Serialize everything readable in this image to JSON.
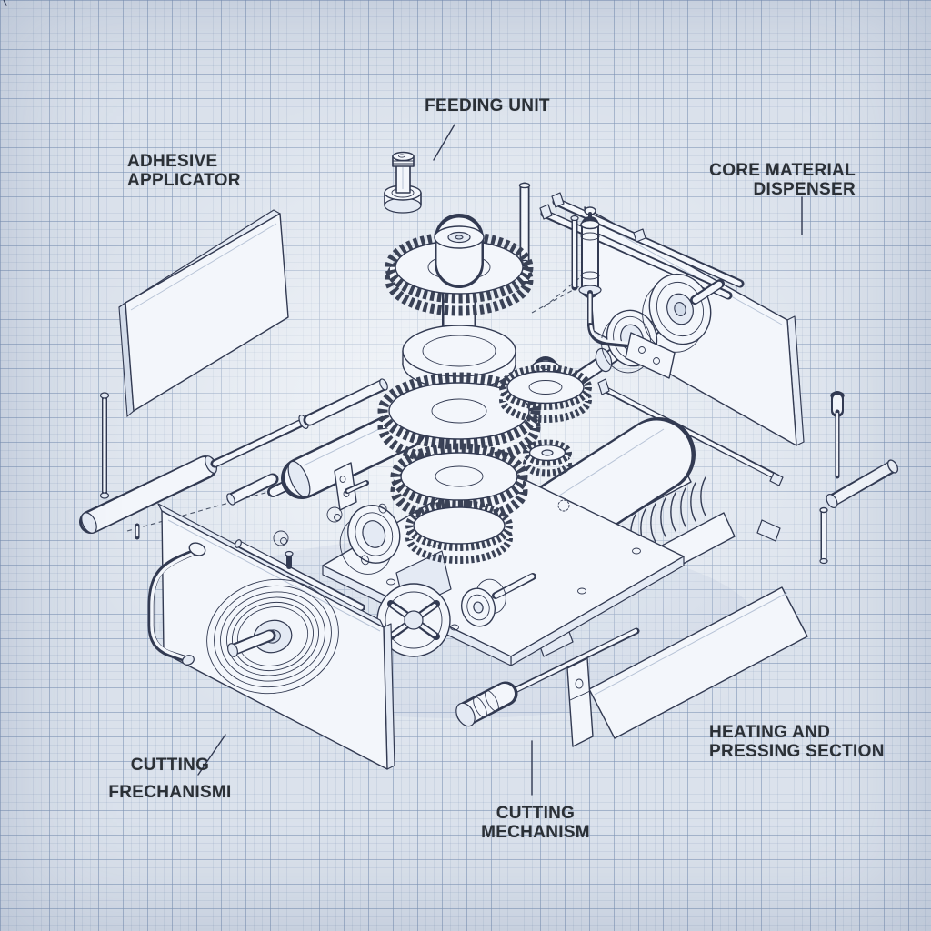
{
  "blueprint": {
    "labels": {
      "feeding_unit": {
        "line1": "FEEDING UNIT"
      },
      "adhesive_applicator": {
        "line1": "ADHESIVE",
        "line2": "APPLICATOR"
      },
      "core_material_dispenser": {
        "line1": "CORE MATERIAL",
        "line2": "DISPENSER"
      },
      "cutting_mechanism_side": {
        "line1": "CUTTING",
        "line2": "FRECHANISMI"
      },
      "cutting_mechanism_bottom": {
        "line1": "CUTTING",
        "line2": "MECHANISM"
      },
      "heating_pressing_section": {
        "line1": "HEATING AND",
        "line2": "PRESSING SECTION"
      }
    },
    "colors": {
      "paper": "#dbe2ec",
      "grid_major": "#7c92b4",
      "grid_minor": "#b9c6d9",
      "ink": "#323a52",
      "label_text": "#2b3036"
    }
  }
}
